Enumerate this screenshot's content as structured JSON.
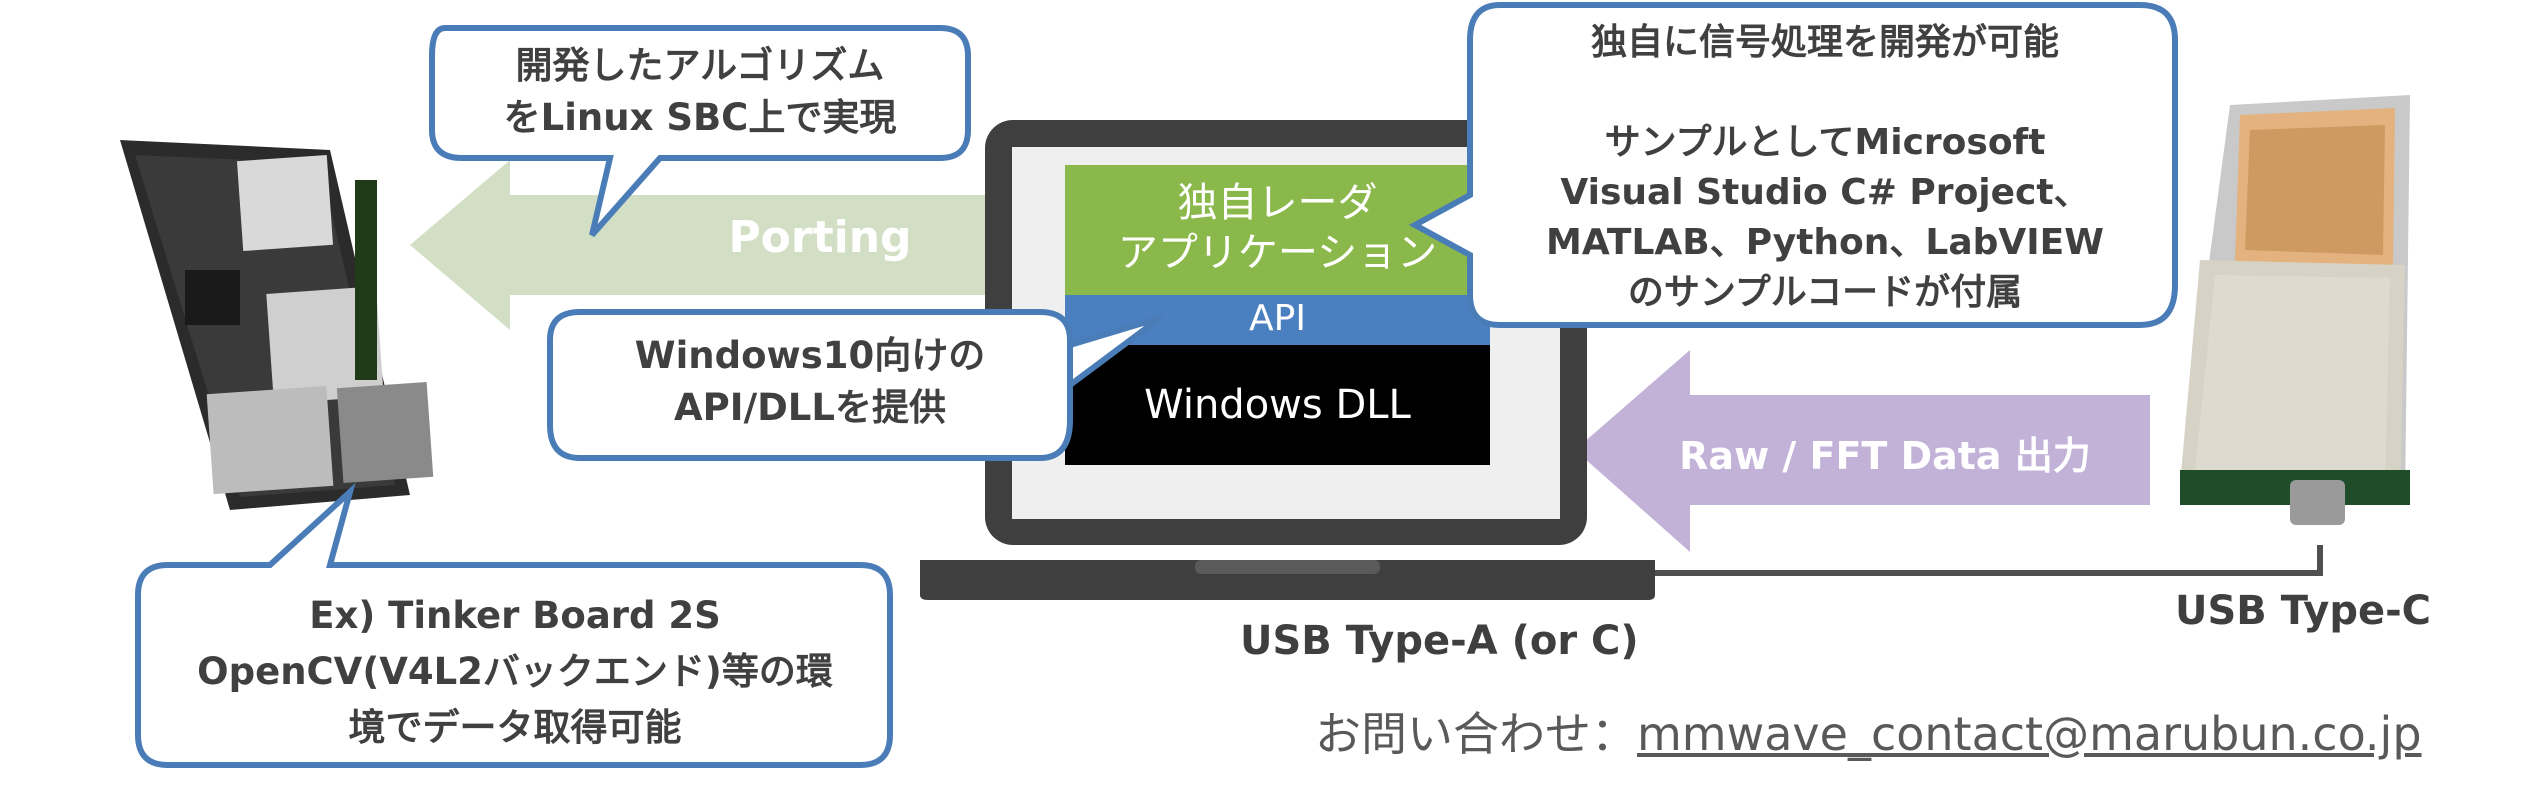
{
  "arrows": {
    "porting": "Porting",
    "raw_fft": "Raw / FFT Data 出力"
  },
  "laptop": {
    "app_line1": "独自レーダ",
    "app_line2": "アプリケーション",
    "api": "API",
    "dll": "Windows DLL"
  },
  "callouts": {
    "sbc": [
      "開発したアルゴリズム",
      "をLinux SBC上で実現"
    ],
    "dsp": [
      "独自に信号処理を開発が可能",
      "",
      "サンプルとしてMicrosoft",
      "Visual Studio C# Project、",
      "MATLAB、Python、LabVIEW",
      "のサンプルコードが付属"
    ],
    "api": [
      "Windows10向けの",
      "API/DLLを提供"
    ],
    "tinker": [
      "Ex) Tinker Board 2S",
      "OpenCV(V4L2バックエンド)等の環",
      "境でデータ取得可能"
    ]
  },
  "labels": {
    "usb_a": "USB Type-A (or C)",
    "usb_c": "USB Type-C",
    "contact_prefix": "お問い合わせ：",
    "contact_email": "mmwave_contact@marubun.co.jp"
  },
  "colors": {
    "porting_arrow": "#d3dfc4",
    "raw_arrow": "#c2b2d8",
    "app_green": "#8bb84b",
    "api_blue": "#4a7fc0",
    "callout_border": "#4a7db8",
    "laptop_frame": "#3f3f3f"
  },
  "icons": {
    "sbc_board": "single-board-computer",
    "radar_module": "mmwave-radar-module",
    "laptop": "laptop-computer"
  }
}
